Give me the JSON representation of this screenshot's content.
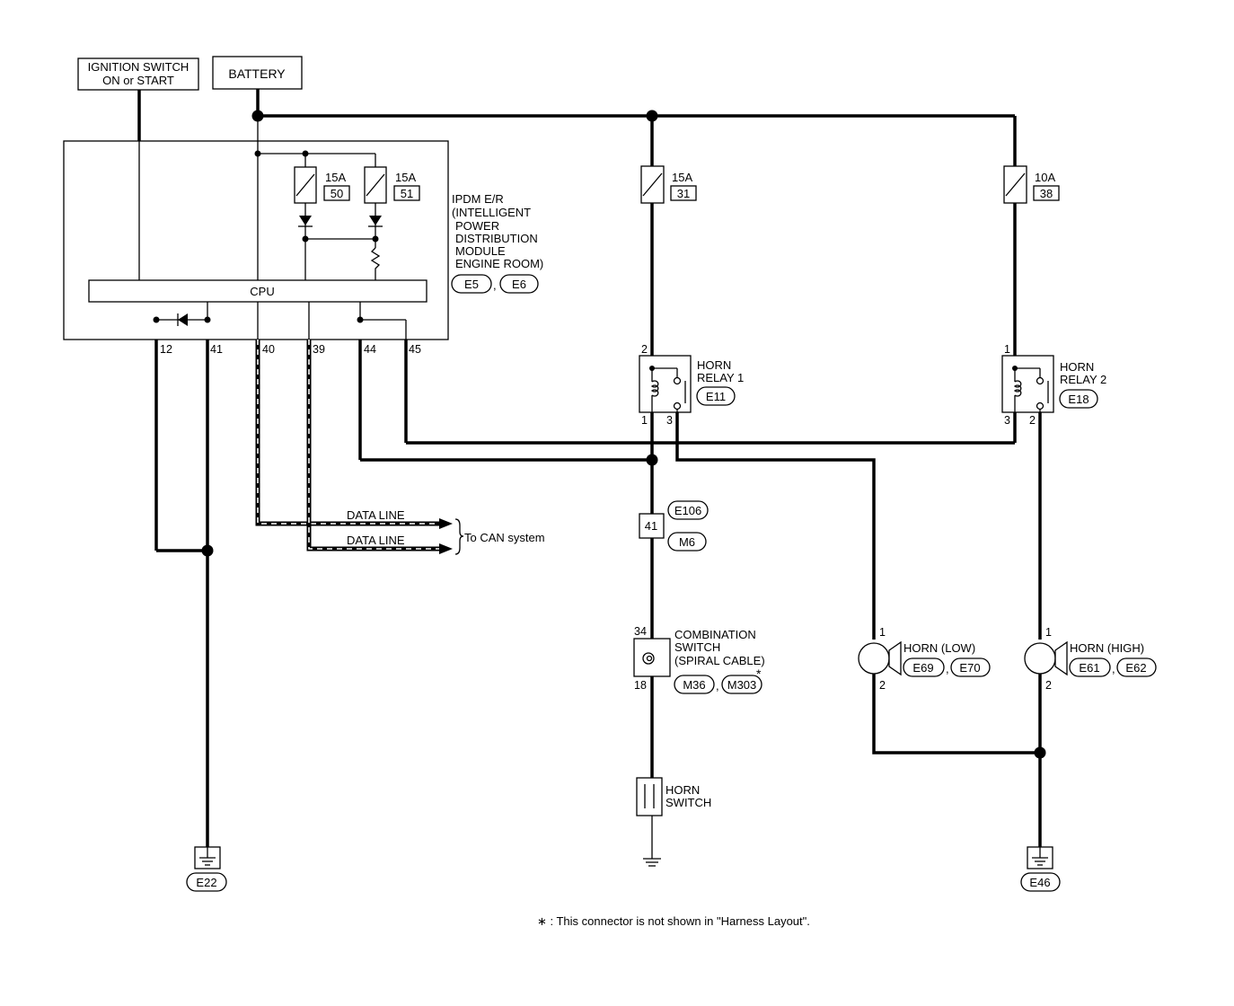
{
  "blocks": {
    "ignition": [
      "IGNITION SWITCH",
      "ON or START"
    ],
    "battery": "BATTERY",
    "cpu": "CPU",
    "ipdm": [
      "IPDM E/R",
      "(INTELLIGENT",
      "POWER",
      "DISTRIBUTION",
      "MODULE",
      "ENGINE ROOM)"
    ]
  },
  "connectors": {
    "e5": "E5",
    "e6": "E6",
    "e11": "E11",
    "e18": "E18",
    "e106": "E106",
    "m6": "M6",
    "m36": "M36",
    "m303": "M303",
    "e69": "E69",
    "e70": "E70",
    "e61": "E61",
    "e62": "E62",
    "e22": "E22",
    "e46": "E46",
    "sep": ","
  },
  "fuses": {
    "f50": {
      "amp": "15A",
      "num": "50"
    },
    "f51": {
      "amp": "15A",
      "num": "51"
    },
    "f31": {
      "amp": "15A",
      "num": "31"
    },
    "f38": {
      "amp": "10A",
      "num": "38"
    }
  },
  "pins": {
    "p12": "12",
    "p41": "41",
    "p40": "40",
    "p39": "39",
    "p44": "44",
    "p45": "45",
    "r1p2": "2",
    "r1p1": "1",
    "r1p3": "3",
    "r2p1": "1",
    "r2p3": "3",
    "r2p2": "2",
    "j41": "41",
    "c34": "34",
    "c18": "18",
    "hl1": "1",
    "hl2": "2",
    "hh1": "1",
    "hh2": "2"
  },
  "components": {
    "relay1": [
      "HORN",
      "RELAY 1"
    ],
    "relay2": [
      "HORN",
      "RELAY 2"
    ],
    "combo": [
      "COMBINATION",
      "SWITCH",
      "(SPIRAL CABLE)"
    ],
    "horn_switch": [
      "HORN",
      "SWITCH"
    ],
    "horn_low": "HORN (LOW)",
    "horn_high": "HORN (HIGH)"
  },
  "data_lines": {
    "line1": "DATA LINE",
    "line2": "DATA LINE",
    "to_can": "To CAN system"
  },
  "notes": {
    "asterisk": "*",
    "footnote": "∗ : This connector is not shown in \"Harness Layout\"."
  }
}
